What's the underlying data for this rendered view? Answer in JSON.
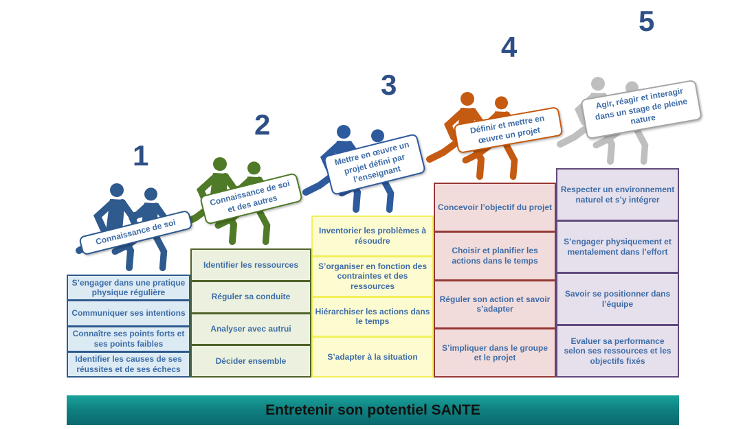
{
  "steps": [
    {
      "number": "1",
      "label": "Connaissance de soi",
      "color": "#2e5a8e",
      "items": [
        "S’engager dans une pratique physique régulière",
        "Communiquer ses intentions",
        "Connaître ses points forts et ses points faibles",
        "Identifier les causes de ses réussites et de ses échecs"
      ]
    },
    {
      "number": "2",
      "label": "Connaissance de soi et des autres",
      "color": "#4f7a28",
      "items": [
        "Identifier les ressources",
        "Réguler sa conduite",
        "Analyser avec autrui",
        "Décider ensemble"
      ]
    },
    {
      "number": "3",
      "label": "Mettre en œuvre un projet défini par l’enseignant",
      "color": "#2e5a9e",
      "items": [
        "Inventorier les problèmes à résoudre",
        "S’organiser en fonction des contraintes et des ressources",
        "Hiérarchiser les actions dans le temps",
        "S’adapter à la situation"
      ]
    },
    {
      "number": "4",
      "label": "Définir et mettre en œuvre un projet",
      "color": "#c55a11",
      "items": [
        "Concevoir l’objectif du projet",
        "Choisir et planifier les actions dans le temps",
        "Réguler son action et savoir s’adapter",
        "S’impliquer dans le groupe et le projet"
      ]
    },
    {
      "number": "5",
      "label": "Agir, réagir et interagir dans un stage de pleine nature",
      "color": "#bfbfbf",
      "items": [
        "Respecter un environnement naturel et s’y intégrer",
        "S’engager physiquement et mentalement dans l’effort",
        "Savoir se positionner dans l’équipe",
        "Evaluer sa performance selon ses ressources et les objectifs fixés"
      ]
    }
  ],
  "footer": "Entretenir son potentiel SANTE"
}
